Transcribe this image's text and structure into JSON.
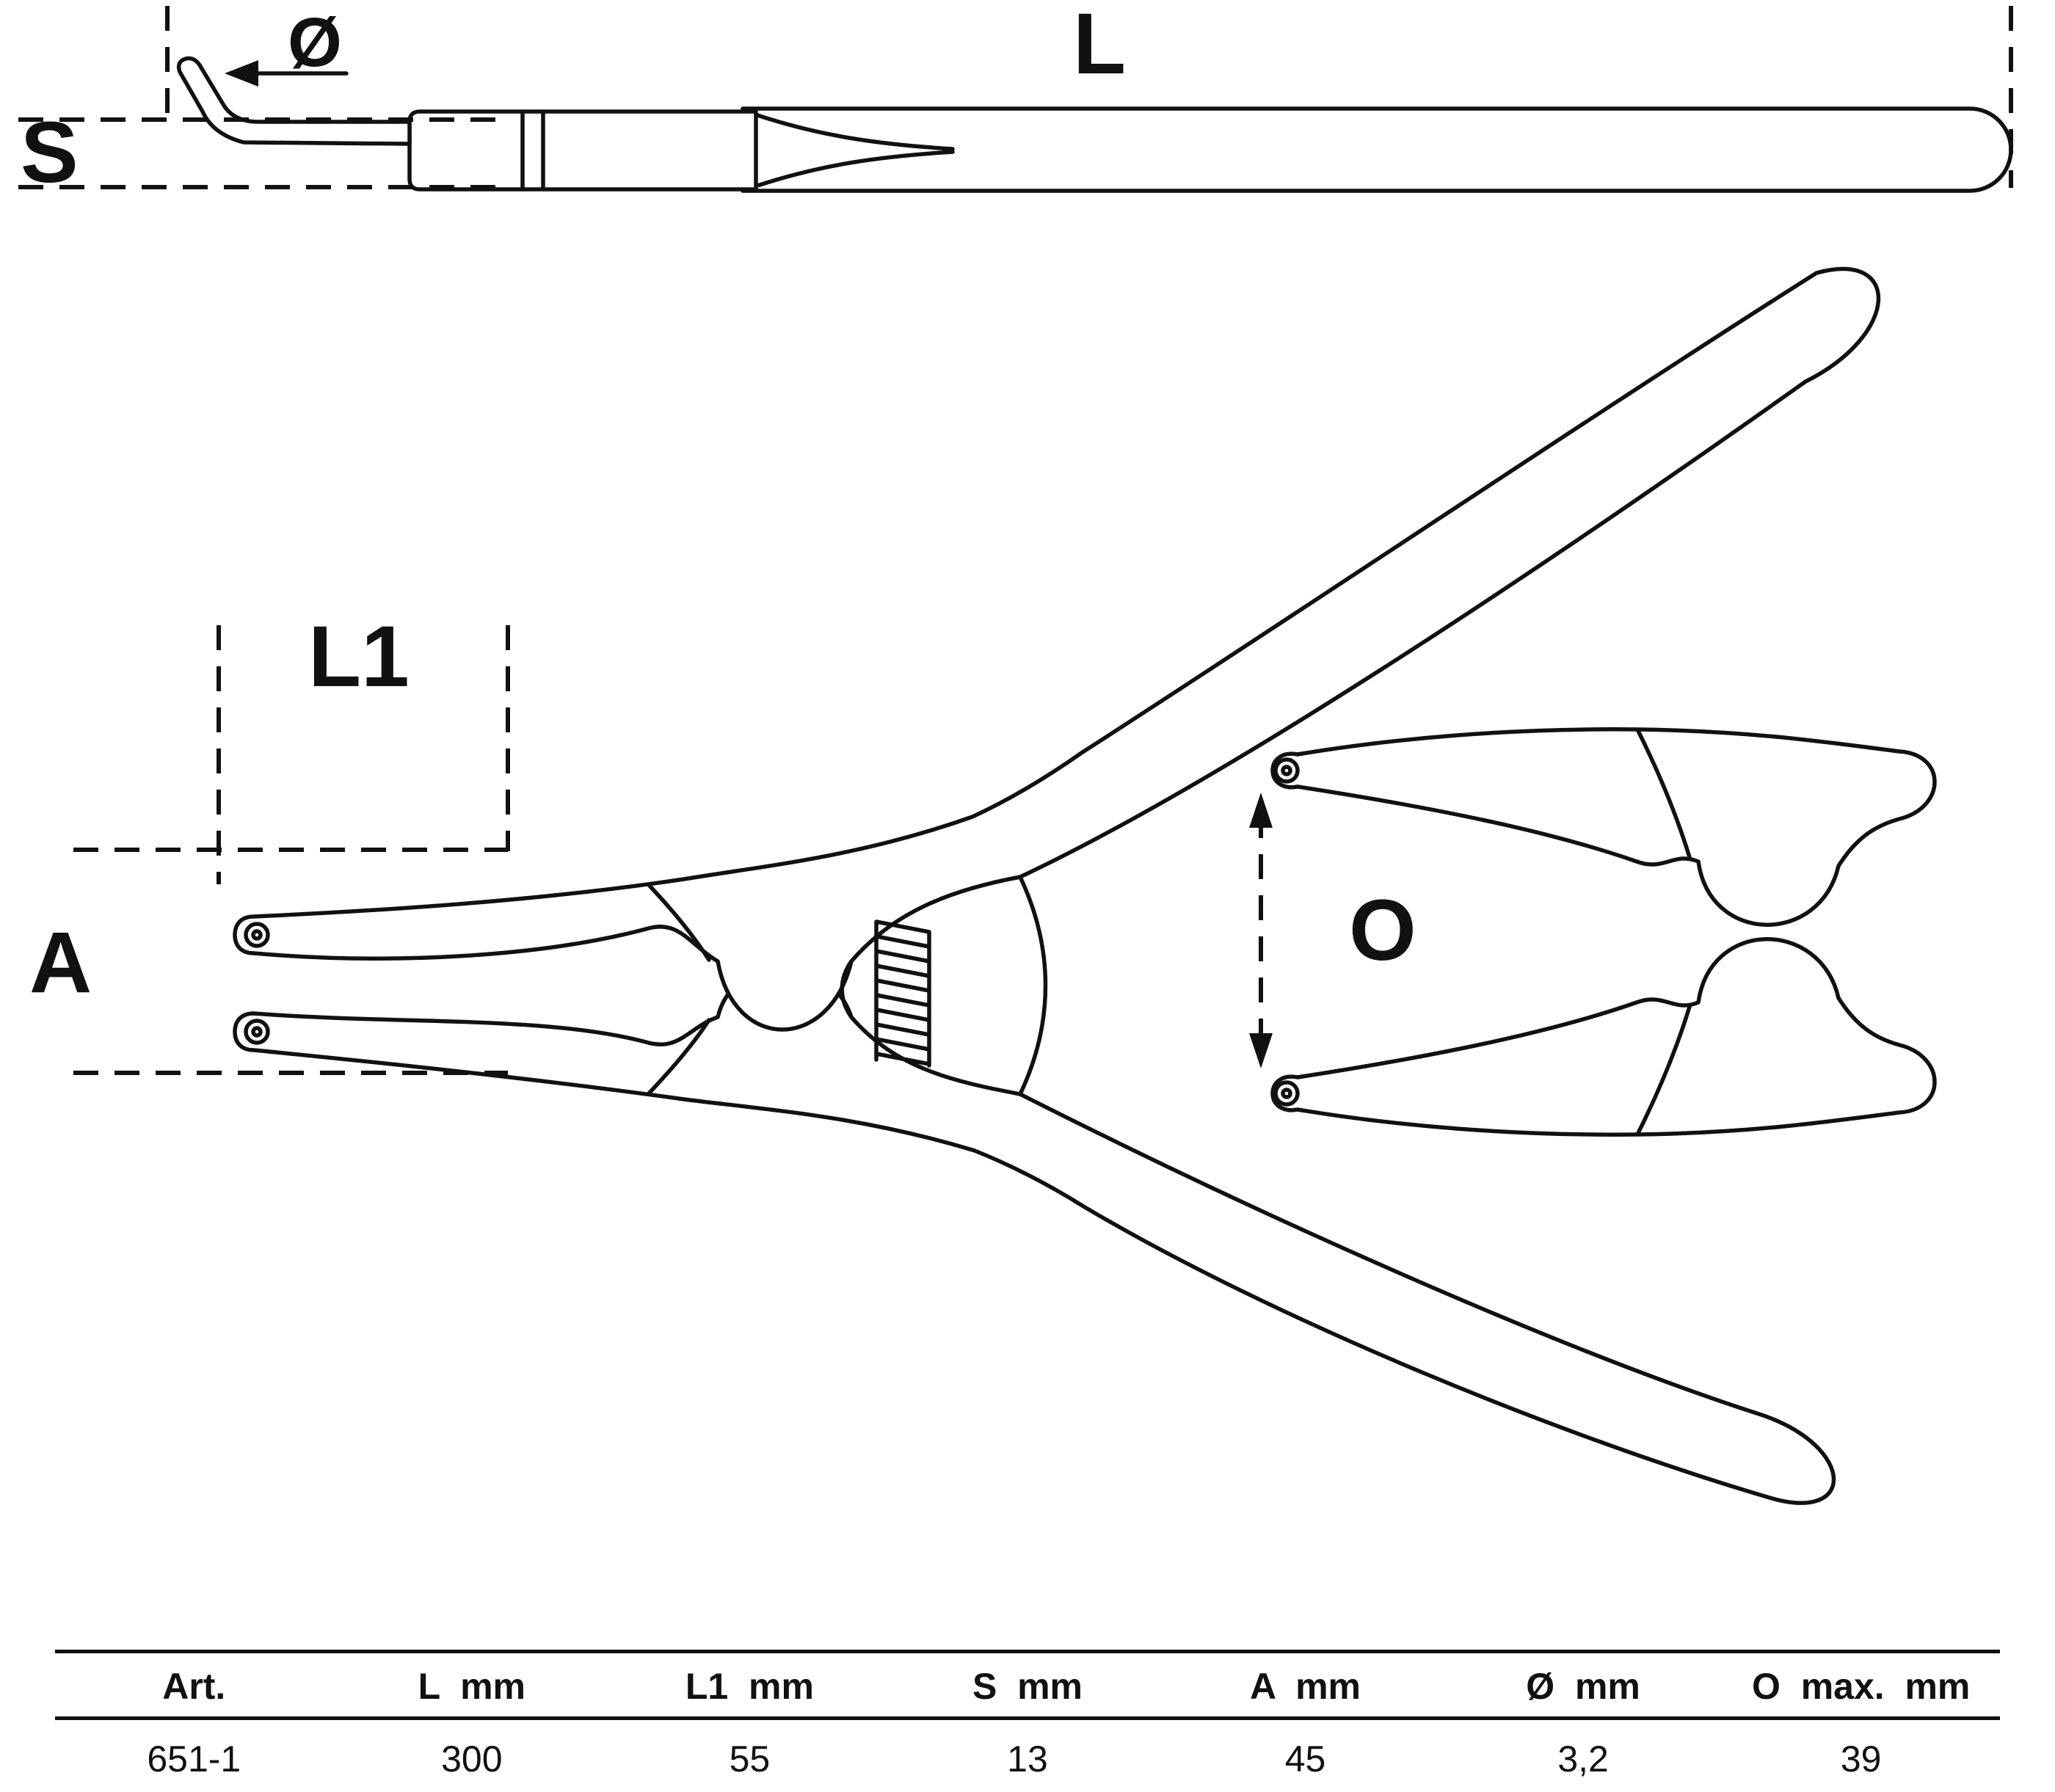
{
  "diagram": {
    "labels": {
      "L": "L",
      "S": "S",
      "diameter": "Ø",
      "L1": "L1",
      "A": "A",
      "O": "O"
    },
    "colors": {
      "line": "#111111",
      "background": "#ffffff"
    }
  },
  "table": {
    "headers": [
      "Art.",
      "L  mm",
      "L1  mm",
      "S  mm",
      "A  mm",
      "Ø  mm",
      "O  max.  mm"
    ],
    "rows": [
      [
        "651-1",
        "300",
        "55",
        "13",
        "45",
        "3,2",
        "39"
      ]
    ]
  }
}
